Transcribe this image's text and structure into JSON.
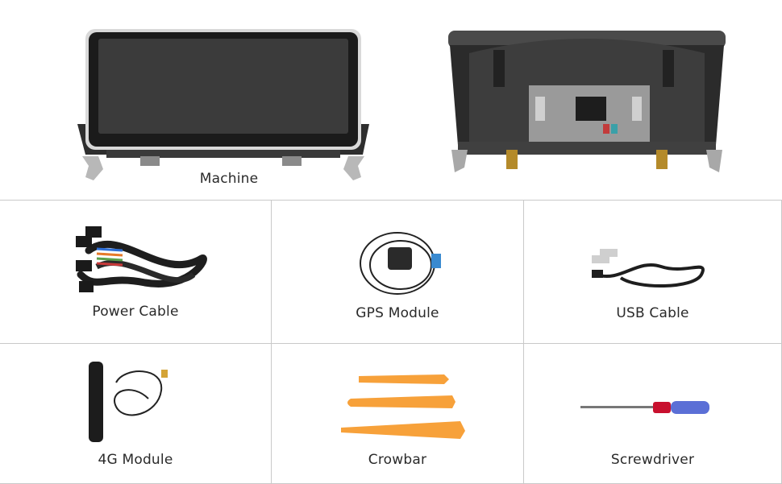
{
  "machine": {
    "label": "Machine"
  },
  "accessories": [
    {
      "label": "Power Cable"
    },
    {
      "label": "GPS Module"
    },
    {
      "label": "USB Cable"
    },
    {
      "label": "4G Module"
    },
    {
      "label": "Crowbar"
    },
    {
      "label": "Screwdriver"
    }
  ],
  "colors": {
    "divider": "#c9c9c9",
    "crowbar": "#f7a13a",
    "screwdriver_handle_red": "#c8102e",
    "screwdriver_handle_blue": "#5b6fd6"
  }
}
